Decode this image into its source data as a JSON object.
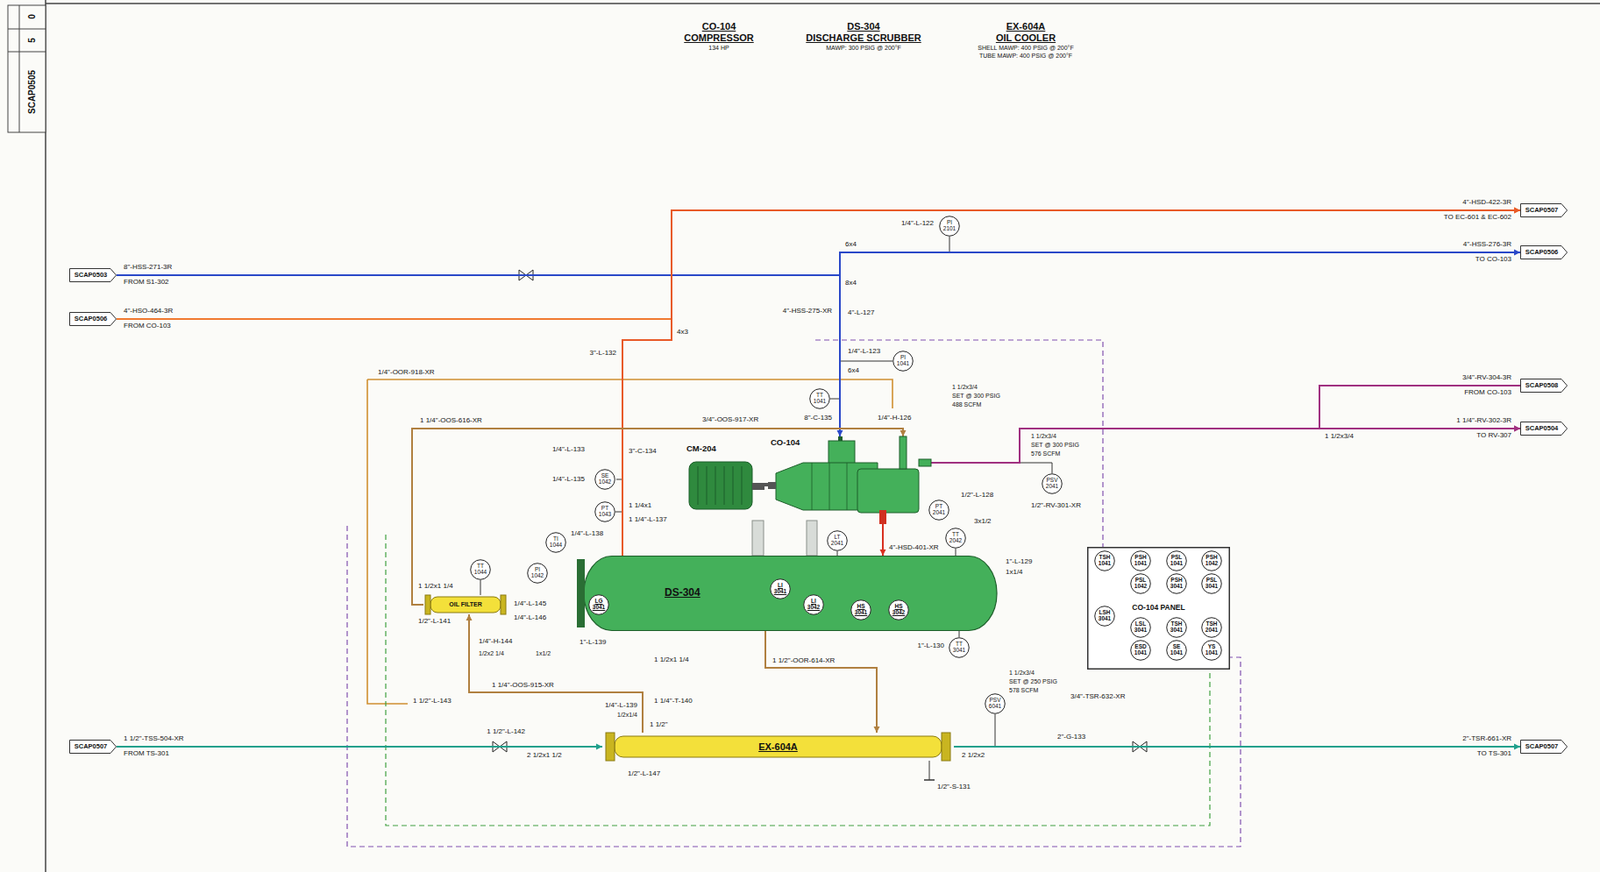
{
  "diagram": {
    "nodes": [
      {
        "text": [
          "SCAP0503"
        ]
      },
      {
        "text": [
          "SCAP0506"
        ]
      },
      {
        "text": [
          "SCAP0507"
        ]
      },
      {
        "text": [
          "SCAP0507"
        ]
      },
      {
        "text": [
          "SCAP0506"
        ]
      },
      {
        "text": [
          "SCAP0508"
        ]
      },
      {
        "text": [
          "SCAP0504"
        ]
      },
      {
        "text": [
          "SCAP0507"
        ]
      },
      {
        "text": [
          "CO-104"
        ]
      },
      {
        "text": [
          "CM-204"
        ]
      },
      {
        "text": [
          "DS-304"
        ]
      },
      {
        "text": [
          "LG 3041"
        ],
        "in": 10
      },
      {
        "text": [
          "LI 3041"
        ],
        "in": 10
      },
      {
        "text": [
          "LI 3042"
        ],
        "in": 10
      },
      {
        "text": [
          "HS 3041"
        ],
        "in": 10
      },
      {
        "text": [
          "HS 3042"
        ],
        "in": 10
      },
      {
        "text": [
          "OIL FILTER"
        ]
      },
      {
        "text": [
          "EX-604A"
        ]
      },
      {
        "text": [
          "CO-104 PANEL"
        ]
      },
      {
        "text": [
          "TSH 1041"
        ],
        "in": 18
      },
      {
        "text": [
          "PSH 1041"
        ],
        "in": 18
      },
      {
        "text": [
          "PSL 1041"
        ],
        "in": 18
      },
      {
        "text": [
          "PSH 1042"
        ],
        "in": 18
      },
      {
        "text": [
          "PSL 1042"
        ],
        "in": 18
      },
      {
        "text": [
          "PSH 3041"
        ],
        "in": 18
      },
      {
        "text": [
          "PSL 3041"
        ],
        "in": 18
      },
      {
        "text": [
          "LSH 3041"
        ],
        "in": 18
      },
      {
        "text": [
          "LSL 3041"
        ],
        "in": 18
      },
      {
        "text": [
          "TSH 3041"
        ],
        "in": 18
      },
      {
        "text": [
          "TSH 2041"
        ],
        "in": 18
      },
      {
        "text": [
          "ESD 1041"
        ],
        "in": 18
      },
      {
        "text": [
          "SE 1041"
        ],
        "in": 18
      },
      {
        "text": [
          "YS 1041"
        ],
        "in": 18
      },
      {
        "text": [
          "PI 2101"
        ]
      },
      {
        "text": [
          "PI 1041"
        ]
      },
      {
        "text": [
          "TT 1041"
        ]
      },
      {
        "text": [
          "PSV 2041"
        ]
      },
      {
        "text": [
          "PT 2041"
        ]
      },
      {
        "text": [
          "TT 2042"
        ]
      },
      {
        "text": [
          "LT 2041"
        ]
      },
      {
        "text": [
          "TT 3041"
        ]
      },
      {
        "text": [
          "SE 1042"
        ]
      },
      {
        "text": [
          "PT 1043"
        ]
      },
      {
        "text": [
          "TI 1044"
        ]
      },
      {
        "text": [
          "TT 1044"
        ]
      },
      {
        "text": [
          "PI 1042"
        ]
      },
      {
        "text": [
          "PSV 6041"
        ]
      }
    ],
    "edges": [
      {
        "from": 0,
        "to": 8,
        "arrow": "to"
      },
      {
        "from": 0,
        "to": 4,
        "arrow": "to"
      },
      {
        "from": 1,
        "to": 3,
        "arrow": "to"
      },
      {
        "from": 10,
        "to": 3,
        "arrow": "to"
      },
      {
        "from": 8,
        "to": 10,
        "arrow": "to",
        "label": "4\"-HSD-401-XR"
      },
      {
        "from": 9,
        "to": 8,
        "arrow": "none"
      },
      {
        "from": 10,
        "to": 17,
        "arrow": "to",
        "label": "1 1/2\"-OOR-614-XR"
      },
      {
        "from": 17,
        "to": 16,
        "arrow": "to",
        "label": "1 1/4\"-OOS-915-XR"
      },
      {
        "from": 16,
        "to": 8,
        "arrow": "to",
        "label": "1 1/4\"-OOS-616-XR"
      },
      {
        "from": 2,
        "to": 17,
        "arrow": "to"
      },
      {
        "from": 17,
        "to": 7,
        "arrow": "to"
      },
      {
        "from": 8,
        "to": 6,
        "arrow": "to"
      },
      {
        "from": 5,
        "to": 6,
        "arrow": "to"
      }
    ],
    "labels": [
      "SCAP0505",
      "5",
      "0",
      "CO-104",
      "COMPRESSOR",
      "134 HP",
      "DS-304",
      "DISCHARGE SCRUBBER",
      "MAWP: 300 PSIG @ 200°F",
      "EX-604A",
      "OIL COOLER",
      "SHELL MAWP: 400 PSIG @ 200°F",
      "TUBE MAWP: 400 PSIG @ 200°F",
      "8\"-HSS-271-3R",
      "FROM S1-302",
      "4\"-HSO-464-3R",
      "FROM CO-103",
      "1 1/2\"-TSS-504-XR",
      "FROM TS-301",
      "4\"-HSD-422-3R",
      "TO EC-601 & EC-602",
      "4\"-HSS-276-3R",
      "TO CO-103",
      "3/4\"-RV-304-3R",
      "FROM CO-103",
      "1 1/4\"-RV-302-3R",
      "TO RV-307",
      "2\"-TSR-661-XR",
      "TO TS-301",
      "1/4\"-L-122",
      "6x4",
      "8x4",
      "4\"-HSS-275-XR",
      "4\"-L-127",
      "1/4\"-L-123",
      "6x4",
      "8\"-C-135",
      "1/4\"-OOR-918-XR",
      "3\"-L-132",
      "4x3",
      "3/4\"-OOS-917-XR",
      "1/4\"-L-133",
      "3\"-C-134",
      "1/4\"-L-135",
      "1 1/4x1",
      "1 1/4\"-L-137",
      "1/4\"-L-138",
      "1 1/2x3/4",
      "SET @ 300 PSIG",
      "488 SCFM",
      "1 1/2x3/4",
      "SET @ 300 PSIG",
      "576 SCFM",
      "1 1/2x3/4",
      "1/2\"-L-128",
      "1/2\"-RV-301-XR",
      "1/4\"-H-126",
      "3x1/2",
      "1\"-L-129",
      "1x1/4",
      "1\"-L-130",
      "1 1/2x1 1/4",
      "1/2\"-L-141",
      "1 1/2x1 1/4",
      "1/4\"-L-145",
      "1/4\"-L-146",
      "1/4\"-H-144",
      "1/2x2 1/4",
      "1x1/2",
      "1\"-L-139",
      "1 1/2\"-L-143",
      "1 1/4\"-T-140",
      "1/4\"-L-139",
      "1/2x1/4",
      "1 1/2\"",
      "1 1/2\"-L-142",
      "2 1/2x1 1/2",
      "1/2\"-L-147",
      "1/2\"-S-131",
      "2 1/2x2",
      "2\"-G-133",
      "3/4\"-TSR-632-XR",
      "1 1/2x3/4",
      "SET @ 250 PSIG",
      "578 SCFM"
    ]
  }
}
